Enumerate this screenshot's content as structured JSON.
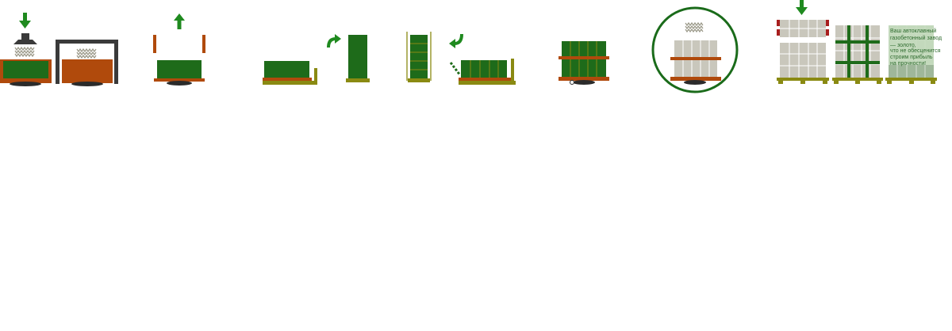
{
  "colors": {
    "green": "#1e6b1a",
    "green_light": "#2f8a2a",
    "orange": "#b04a0c",
    "olive": "#8a8a12",
    "dark": "#3a3a3a",
    "block": "#c9c7bc",
    "block_line": "#ffffff",
    "red": "#a81e1e",
    "arrow": "#1f8a1f",
    "circle": "#1a6b1a"
  },
  "steps": [
    {
      "name": "step-press",
      "icon": "press-mold-icon"
    },
    {
      "name": "step-mold-removal",
      "icon": "mold-lift-icon"
    },
    {
      "name": "step-tilt",
      "icon": "tilt-table-icon"
    },
    {
      "name": "step-cutting",
      "icon": "vertical-cutting-icon"
    },
    {
      "name": "step-return",
      "icon": "tilt-back-icon"
    },
    {
      "name": "step-autoclave-cart",
      "icon": "cart-stack-icon"
    },
    {
      "name": "step-autoclave",
      "icon": "autoclave-icon"
    },
    {
      "name": "step-packing",
      "icon": "pallet-pack-icon"
    }
  ],
  "pallet_note": {
    "lines": [
      "Ваш автоклавный",
      "газобетонный завод",
      "— золото,",
      "что не обесценится",
      "строим прибыль",
      "на прочности!"
    ]
  }
}
